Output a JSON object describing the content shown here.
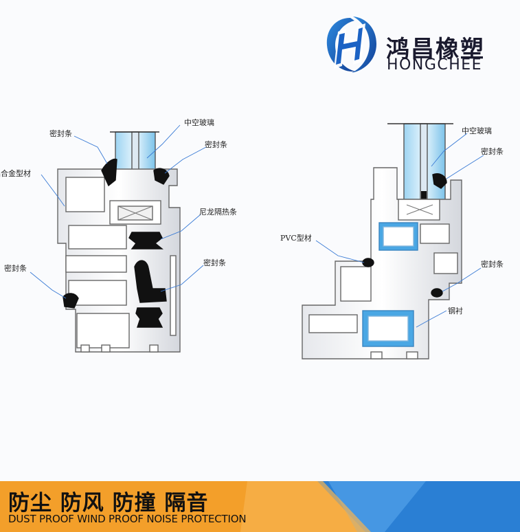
{
  "brand": {
    "name_cn": "鸿昌橡塑",
    "name_en": "HONGCHEE",
    "colors": {
      "blue": "#1e5fb5",
      "navy": "#1a1a2e",
      "orange": "#f39f2a"
    }
  },
  "left_section": {
    "labels": {
      "seal_top_left": "密封条",
      "hollow_glass": "中空玻璃",
      "seal_top_right": "密封条",
      "alloy_profile": "铝合金型材",
      "nylon_strip": "尼龙隔热条",
      "seal_lower_left": "密封条",
      "seal_lower_right": "密封条"
    }
  },
  "right_section": {
    "labels": {
      "hollow_glass": "中空玻璃",
      "seal_top": "密封条",
      "pvc_profile": "PVC型材",
      "seal_mid": "密封条",
      "steel_liner": "钢衬"
    }
  },
  "footer": {
    "title_cn": "防尘 防风 防撞 隔音",
    "title_en": "DUST PROOF WIND PROOF NOISE PROTECTION"
  }
}
